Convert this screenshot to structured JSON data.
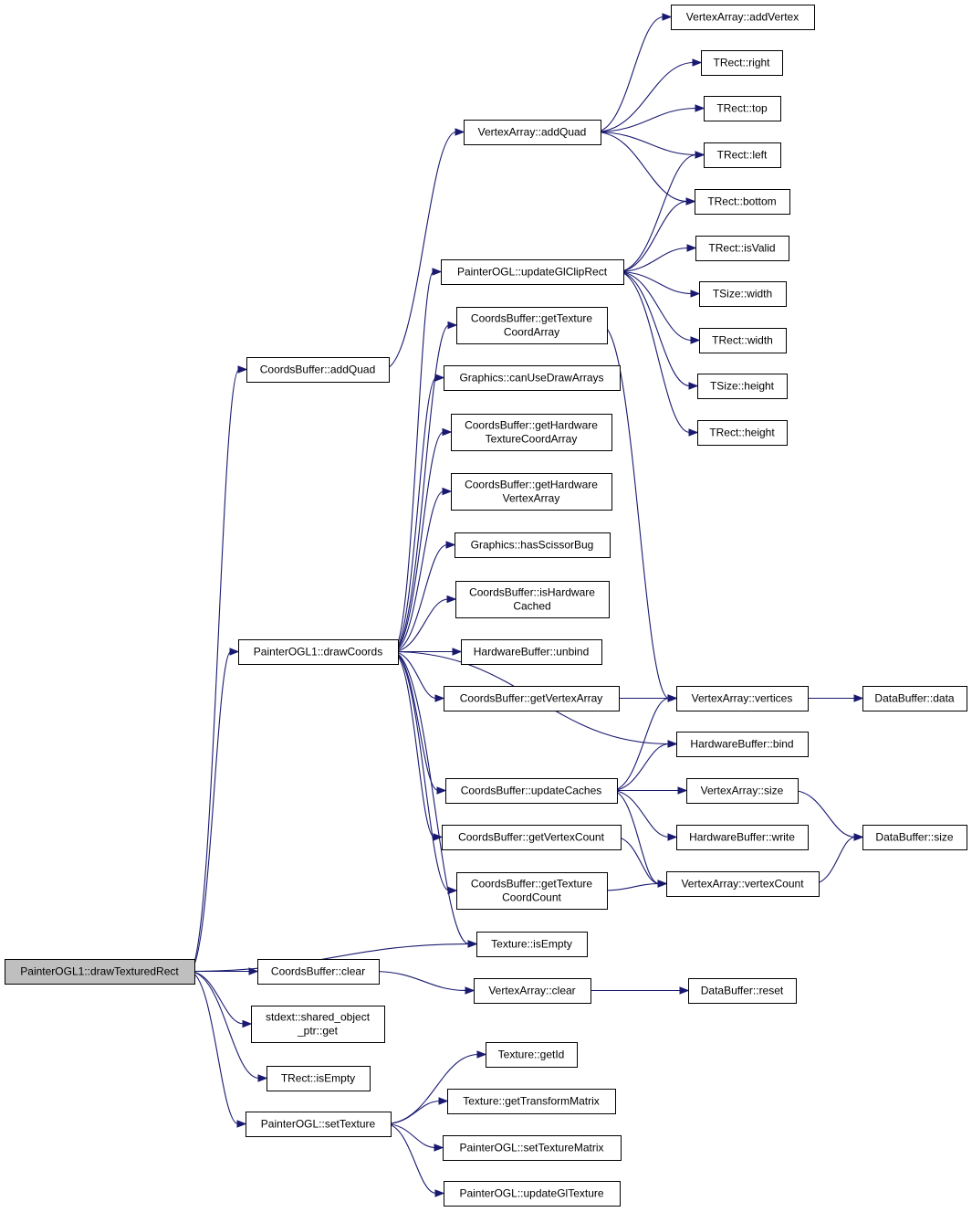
{
  "diagram": {
    "nodes": [
      {
        "id": "n0",
        "lines": [
          "PainterOGL1::drawTexturedRect"
        ],
        "root": true
      },
      {
        "id": "n1",
        "lines": [
          "CoordsBuffer::addQuad"
        ]
      },
      {
        "id": "n2",
        "lines": [
          "VertexArray::addQuad"
        ]
      },
      {
        "id": "n3",
        "lines": [
          "VertexArray::addVertex"
        ]
      },
      {
        "id": "n4",
        "lines": [
          "TRect::right"
        ]
      },
      {
        "id": "n5",
        "lines": [
          "TRect::top"
        ]
      },
      {
        "id": "n6",
        "lines": [
          "TRect::left"
        ]
      },
      {
        "id": "n7",
        "lines": [
          "TRect::bottom"
        ]
      },
      {
        "id": "n8",
        "lines": [
          "PainterOGL::updateGlClipRect"
        ]
      },
      {
        "id": "n9",
        "lines": [
          "TRect::isValid"
        ]
      },
      {
        "id": "n10",
        "lines": [
          "TSize::width"
        ]
      },
      {
        "id": "n11",
        "lines": [
          "TRect::width"
        ]
      },
      {
        "id": "n12",
        "lines": [
          "TSize::height"
        ]
      },
      {
        "id": "n13",
        "lines": [
          "TRect::height"
        ]
      },
      {
        "id": "n14",
        "lines": [
          "CoordsBuffer::getTexture",
          "CoordArray"
        ]
      },
      {
        "id": "n15",
        "lines": [
          "Graphics::canUseDrawArrays"
        ]
      },
      {
        "id": "n16",
        "lines": [
          "CoordsBuffer::getHardware",
          "TextureCoordArray"
        ]
      },
      {
        "id": "n17",
        "lines": [
          "CoordsBuffer::getHardware",
          "VertexArray"
        ]
      },
      {
        "id": "n18",
        "lines": [
          "Graphics::hasScissorBug"
        ]
      },
      {
        "id": "n19",
        "lines": [
          "CoordsBuffer::isHardware",
          "Cached"
        ]
      },
      {
        "id": "n20",
        "lines": [
          "PainterOGL1::drawCoords"
        ]
      },
      {
        "id": "n21",
        "lines": [
          "HardwareBuffer::unbind"
        ]
      },
      {
        "id": "n22",
        "lines": [
          "CoordsBuffer::getVertexArray"
        ]
      },
      {
        "id": "n23",
        "lines": [
          "VertexArray::vertices"
        ]
      },
      {
        "id": "n24",
        "lines": [
          "DataBuffer::data"
        ]
      },
      {
        "id": "n25",
        "lines": [
          "HardwareBuffer::bind"
        ]
      },
      {
        "id": "n26",
        "lines": [
          "CoordsBuffer::updateCaches"
        ]
      },
      {
        "id": "n27",
        "lines": [
          "VertexArray::size"
        ]
      },
      {
        "id": "n28",
        "lines": [
          "HardwareBuffer::write"
        ]
      },
      {
        "id": "n29",
        "lines": [
          "DataBuffer::size"
        ]
      },
      {
        "id": "n30",
        "lines": [
          "CoordsBuffer::getVertexCount"
        ]
      },
      {
        "id": "n31",
        "lines": [
          "CoordsBuffer::getTexture",
          "CoordCount"
        ]
      },
      {
        "id": "n32",
        "lines": [
          "VertexArray::vertexCount"
        ]
      },
      {
        "id": "n33",
        "lines": [
          "Texture::isEmpty"
        ]
      },
      {
        "id": "n34",
        "lines": [
          "CoordsBuffer::clear"
        ]
      },
      {
        "id": "n35",
        "lines": [
          "VertexArray::clear"
        ]
      },
      {
        "id": "n36",
        "lines": [
          "DataBuffer::reset"
        ]
      },
      {
        "id": "n37",
        "lines": [
          "stdext::shared_object",
          "_ptr::get"
        ]
      },
      {
        "id": "n38",
        "lines": [
          "TRect::isEmpty"
        ]
      },
      {
        "id": "n39",
        "lines": [
          "PainterOGL::setTexture"
        ]
      },
      {
        "id": "n40",
        "lines": [
          "Texture::getId"
        ]
      },
      {
        "id": "n41",
        "lines": [
          "Texture::getTransformMatrix"
        ]
      },
      {
        "id": "n42",
        "lines": [
          "PainterOGL::setTextureMatrix"
        ]
      },
      {
        "id": "n43",
        "lines": [
          "PainterOGL::updateGlTexture"
        ]
      }
    ],
    "edges": [
      [
        "n0",
        "n1"
      ],
      [
        "n0",
        "n20"
      ],
      [
        "n0",
        "n33"
      ],
      [
        "n0",
        "n34"
      ],
      [
        "n0",
        "n37"
      ],
      [
        "n0",
        "n38"
      ],
      [
        "n0",
        "n39"
      ],
      [
        "n1",
        "n2"
      ],
      [
        "n2",
        "n3"
      ],
      [
        "n2",
        "n4"
      ],
      [
        "n2",
        "n5"
      ],
      [
        "n2",
        "n6"
      ],
      [
        "n2",
        "n7"
      ],
      [
        "n8",
        "n6"
      ],
      [
        "n8",
        "n7"
      ],
      [
        "n8",
        "n9"
      ],
      [
        "n8",
        "n10"
      ],
      [
        "n8",
        "n11"
      ],
      [
        "n8",
        "n12"
      ],
      [
        "n8",
        "n13"
      ],
      [
        "n14",
        "n23"
      ],
      [
        "n20",
        "n8"
      ],
      [
        "n20",
        "n14"
      ],
      [
        "n20",
        "n15"
      ],
      [
        "n20",
        "n16"
      ],
      [
        "n20",
        "n17"
      ],
      [
        "n20",
        "n18"
      ],
      [
        "n20",
        "n19"
      ],
      [
        "n20",
        "n21"
      ],
      [
        "n20",
        "n22"
      ],
      [
        "n20",
        "n25"
      ],
      [
        "n20",
        "n26"
      ],
      [
        "n20",
        "n30"
      ],
      [
        "n20",
        "n31"
      ],
      [
        "n20",
        "n33"
      ],
      [
        "n22",
        "n23"
      ],
      [
        "n23",
        "n24"
      ],
      [
        "n26",
        "n23"
      ],
      [
        "n26",
        "n25"
      ],
      [
        "n26",
        "n27"
      ],
      [
        "n26",
        "n28"
      ],
      [
        "n26",
        "n32"
      ],
      [
        "n27",
        "n29"
      ],
      [
        "n30",
        "n32"
      ],
      [
        "n31",
        "n32"
      ],
      [
        "n32",
        "n29"
      ],
      [
        "n34",
        "n35"
      ],
      [
        "n35",
        "n36"
      ],
      [
        "n39",
        "n40"
      ],
      [
        "n39",
        "n41"
      ],
      [
        "n39",
        "n42"
      ],
      [
        "n39",
        "n43"
      ]
    ]
  }
}
